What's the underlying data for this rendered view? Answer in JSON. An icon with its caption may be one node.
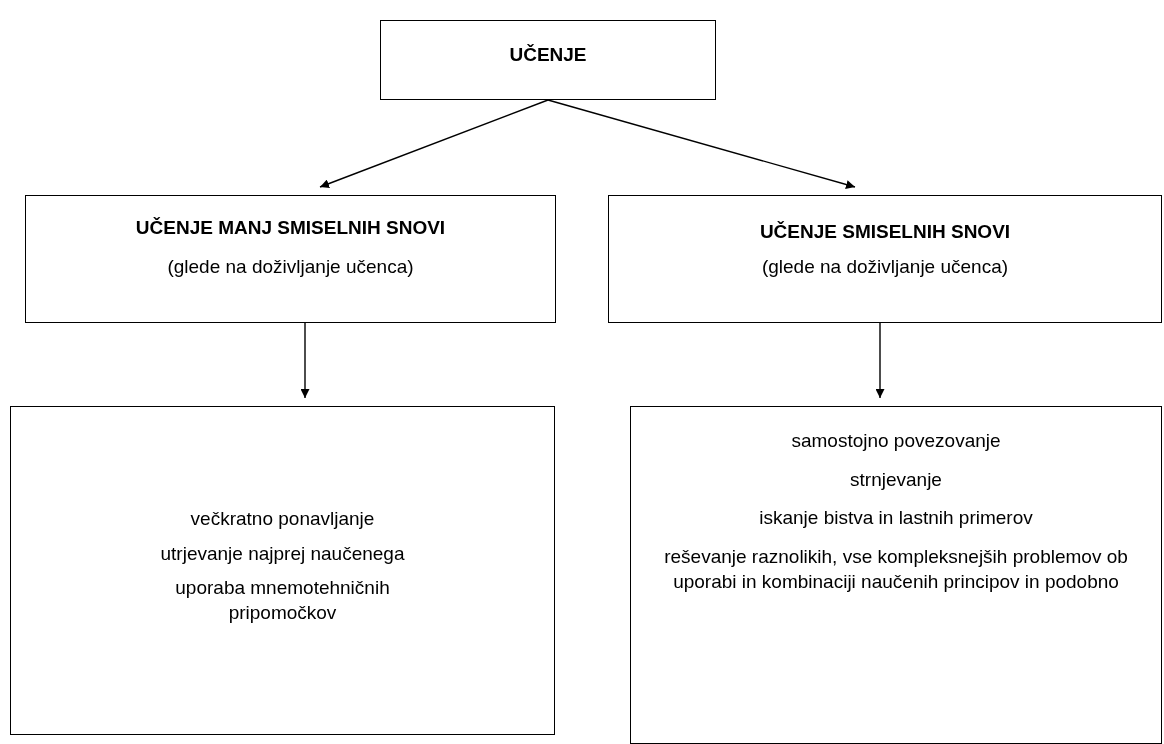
{
  "diagram": {
    "nodes": [
      {
        "text": [
          "UČENJE"
        ]
      },
      {
        "text": [
          "UČENJE MANJ SMISELNIH SNOVI",
          "(glede na doživljanje učenca)"
        ]
      },
      {
        "text": [
          "UČENJE SMISELNIH SNOVI",
          "(glede na doživljanje učenca)"
        ]
      },
      {
        "text": [
          "večkratno ponavljanje",
          "utrjevanje najprej naučenega",
          "uporaba mnemotehničnih pripomočkov"
        ]
      },
      {
        "text": [
          "samostojno povezovanje",
          "strnjevanje",
          "iskanje bistva in lastnih primerov",
          "reševanje raznolikih, vse kompleksnejših problemov ob uporabi in kombinaciji naučenih principov in podobno"
        ]
      }
    ],
    "edges": [
      {
        "from": 0,
        "to": 1,
        "arrow": "to"
      },
      {
        "from": 0,
        "to": 2,
        "arrow": "to"
      },
      {
        "from": 1,
        "to": 3,
        "arrow": "to"
      },
      {
        "from": 2,
        "to": 4,
        "arrow": "to"
      }
    ]
  }
}
